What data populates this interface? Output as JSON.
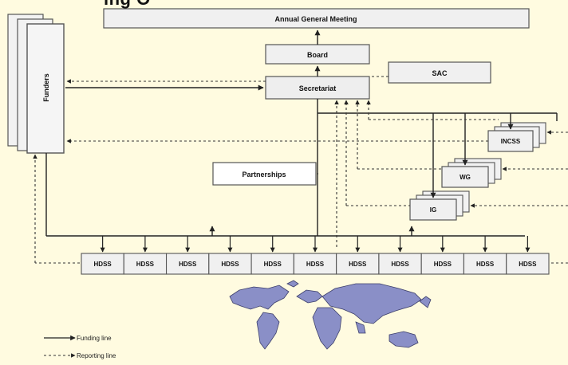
{
  "page": {
    "title_fragment": "ing O"
  },
  "boxes": {
    "agm": "Annual General Meeting",
    "board": "Board",
    "secretariat": "Secretariat",
    "sac": "SAC",
    "funders": "Funders",
    "partnerships": "Partnerships",
    "incss": "INCSS",
    "wg": "WG",
    "ig": "IG"
  },
  "hdss": {
    "label": "HDSS",
    "count": 11
  },
  "legend": {
    "funding": "Funding line",
    "reporting": "Reporting line"
  },
  "colors": {
    "background": "#fffbe0",
    "box_fill": "#f0f0f0",
    "box_stroke": "#555555",
    "world_fill": "#8a8fc7",
    "line": "#222222"
  }
}
